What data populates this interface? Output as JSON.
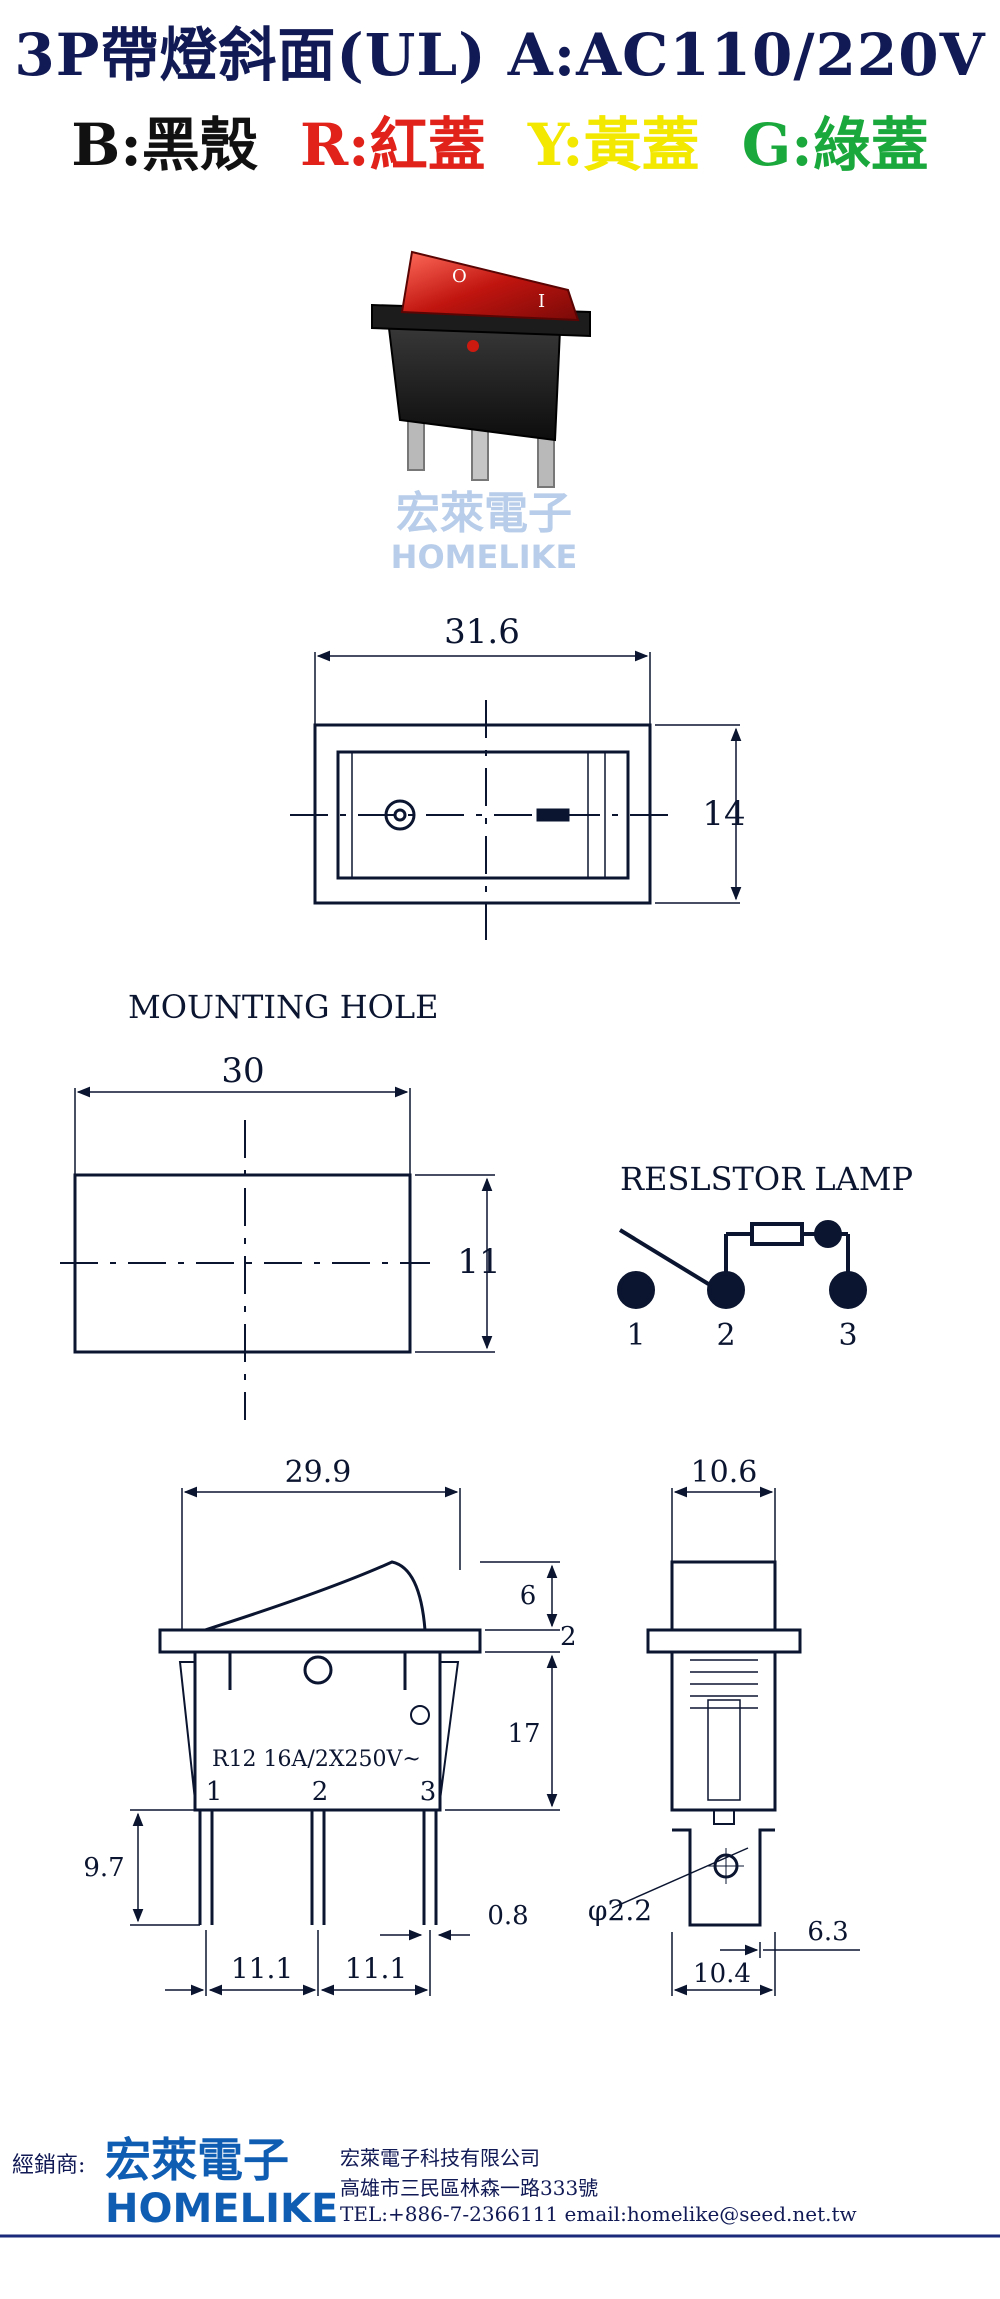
{
  "header": {
    "title": "3P帶燈斜面(UL) A:AC110/220V",
    "colors": [
      {
        "code": "B",
        "name": "黑殼",
        "color": "#111111"
      },
      {
        "code": "R",
        "name": "紅蓋",
        "color": "#e0221b"
      },
      {
        "code": "Y",
        "name": "黃蓋",
        "color": "#f2e800"
      },
      {
        "code": "G",
        "name": "綠蓋",
        "color": "#1aa83c"
      }
    ]
  },
  "photo": {
    "watermark_cn": "宏萊電子",
    "watermark_en": "HOMELIKE"
  },
  "top_view": {
    "width_label": "31.6",
    "height_label": "14"
  },
  "mounting_hole": {
    "title": "MOUNTING HOLE",
    "width_label": "30",
    "height_label": "11"
  },
  "schematic": {
    "title": "RESLSTOR LAMP",
    "pins": [
      "1",
      "2",
      "3"
    ]
  },
  "side_view": {
    "width_label": "29.9",
    "dim_6": "6",
    "dim_2": "2",
    "dim_17": "17",
    "marking": "R12 16A/2X250V~",
    "pins": [
      "1",
      "2",
      "3"
    ],
    "pin_len": "9.7",
    "pin_thick": "0.8",
    "pitch1": "11.1",
    "pitch2": "11.1"
  },
  "end_view": {
    "width_label": "10.6",
    "hole_label": "φ2.2",
    "dim_63": "6.3",
    "dim_104": "10.4"
  },
  "footer": {
    "dealer": "經銷商:",
    "logo_cn": "宏萊電子",
    "logo_en": "HOMELIKE",
    "company": "宏萊電子科技有限公司",
    "address": "高雄市三民區林森一路333號",
    "contact": "TEL:+886-7-2366111    email:homelike@seed.net.tw",
    "rule_color": "#1b2a7a"
  }
}
